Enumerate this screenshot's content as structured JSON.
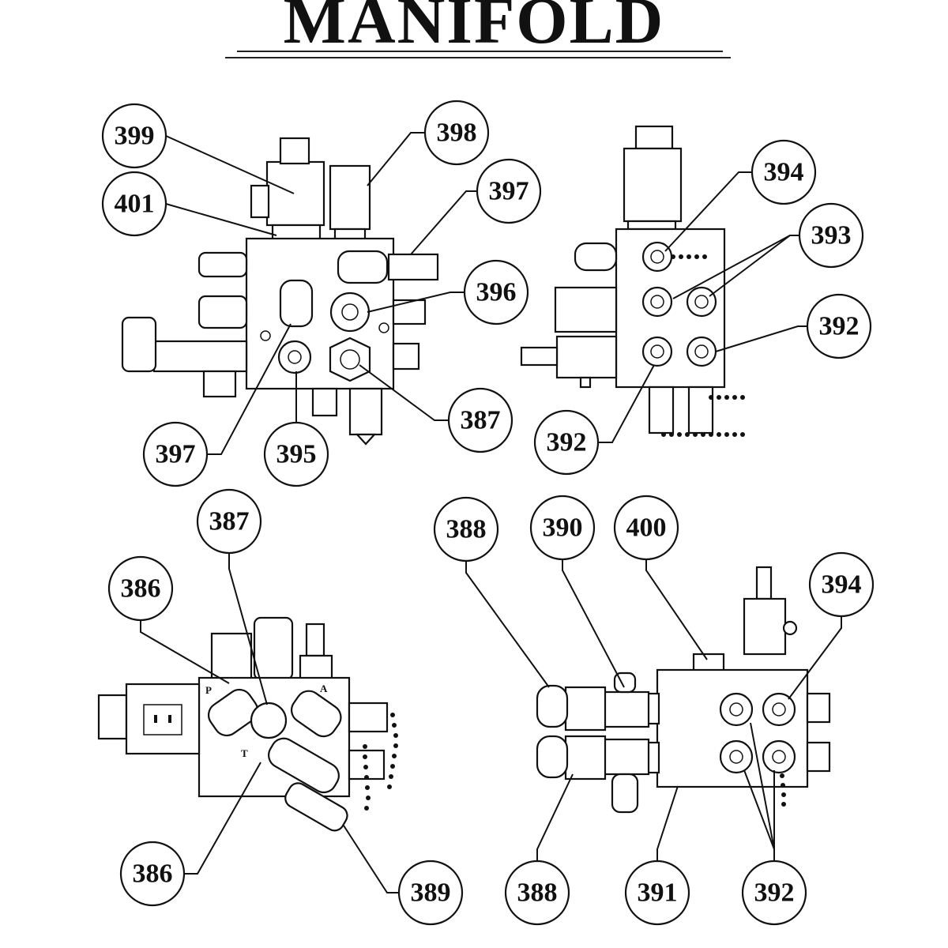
{
  "title": "MANIFOLD",
  "port_labels": {
    "p": "P",
    "a": "A",
    "t": "T"
  },
  "callouts": [
    {
      "id": "c399a",
      "label": "399"
    },
    {
      "id": "c398",
      "label": "398"
    },
    {
      "id": "c397a",
      "label": "397"
    },
    {
      "id": "c401",
      "label": "401"
    },
    {
      "id": "c396",
      "label": "396"
    },
    {
      "id": "c387a",
      "label": "387"
    },
    {
      "id": "c397b",
      "label": "397"
    },
    {
      "id": "c395",
      "label": "395"
    },
    {
      "id": "c394a",
      "label": "394"
    },
    {
      "id": "c393",
      "label": "393"
    },
    {
      "id": "c392a",
      "label": "392"
    },
    {
      "id": "c392b",
      "label": "392"
    },
    {
      "id": "c387b",
      "label": "387"
    },
    {
      "id": "c386a",
      "label": "386"
    },
    {
      "id": "c386b",
      "label": "386"
    },
    {
      "id": "c389",
      "label": "389"
    },
    {
      "id": "c388a",
      "label": "388"
    },
    {
      "id": "c390",
      "label": "390"
    },
    {
      "id": "c400",
      "label": "400"
    },
    {
      "id": "c394b",
      "label": "394"
    },
    {
      "id": "c388b",
      "label": "388"
    },
    {
      "id": "c391",
      "label": "391"
    },
    {
      "id": "c392c",
      "label": "392"
    }
  ]
}
